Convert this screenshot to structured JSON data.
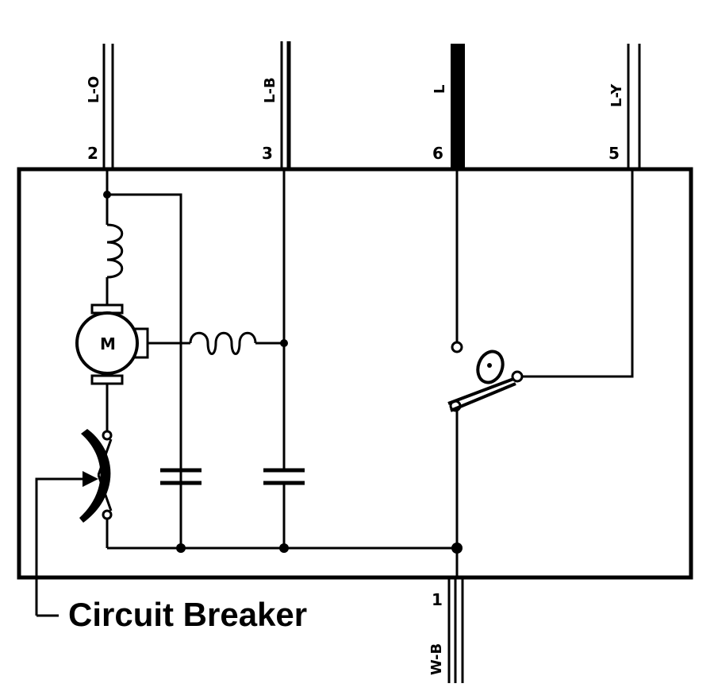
{
  "terminals": {
    "t2": {
      "number": "2",
      "wire": "L-O"
    },
    "t3": {
      "number": "3",
      "wire": "L-B"
    },
    "t6": {
      "number": "6",
      "wire": "L"
    },
    "t5": {
      "number": "5",
      "wire": "L-Y"
    },
    "t1": {
      "number": "1",
      "wire": "W-B"
    }
  },
  "motor": {
    "symbol": "M"
  },
  "labels": {
    "circuit_breaker": "Circuit Breaker"
  }
}
